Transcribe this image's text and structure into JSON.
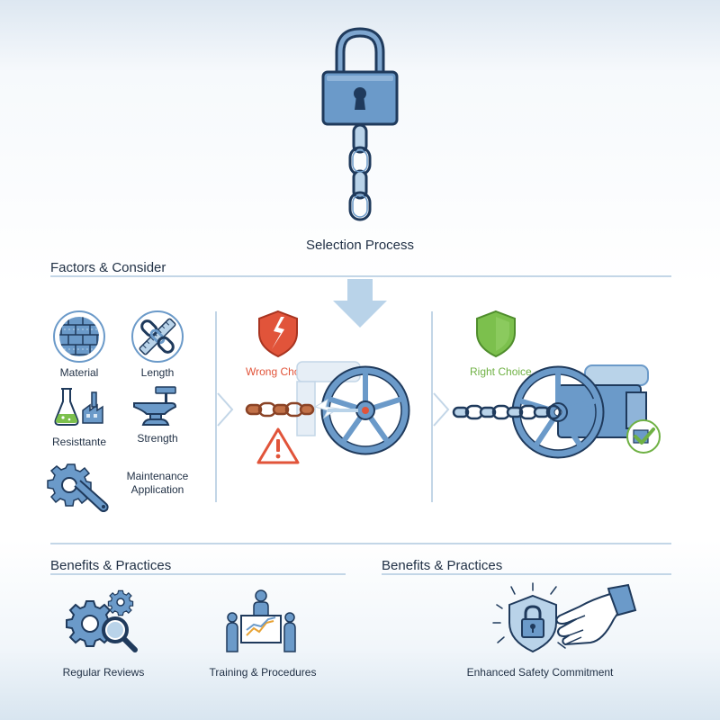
{
  "process": {
    "title": "Selection Process"
  },
  "factors": {
    "heading": "Factors & Consider",
    "items": [
      {
        "label": "Material",
        "icon": "brick-wall-icon"
      },
      {
        "label": "Length",
        "icon": "chain-ruler-icon"
      },
      {
        "label": "Resisttante",
        "icon": "chemical-flask-factory-icon"
      },
      {
        "label": "Strength",
        "icon": "anvil-hammer-icon"
      },
      {
        "label": "Maintenance\nApplication",
        "icon": "gear-wrench-icon"
      }
    ]
  },
  "choices": {
    "wrong": {
      "label": "Wrong Choice",
      "color": "#e1543a"
    },
    "right": {
      "label": "Right Choice",
      "color": "#6fb144"
    }
  },
  "benefits_left": {
    "heading": "Benefits & Practices",
    "items": [
      {
        "label": "Regular Reviews",
        "icon": "gears-magnifier-icon"
      },
      {
        "label": "Training & Procedures",
        "icon": "team-chart-icon"
      }
    ]
  },
  "benefits_right": {
    "heading": "Benefits & Practices",
    "items": [
      {
        "label": "Enhanced Safety Commitment",
        "icon": "shield-lock-handshake-icon"
      }
    ]
  },
  "colors": {
    "primary_blue": "#6b9ac9",
    "dark_navy": "#1f3a5c",
    "light_blue": "#b9d3e9",
    "divider": "#c3d6e7",
    "rust": "#b4633f"
  }
}
